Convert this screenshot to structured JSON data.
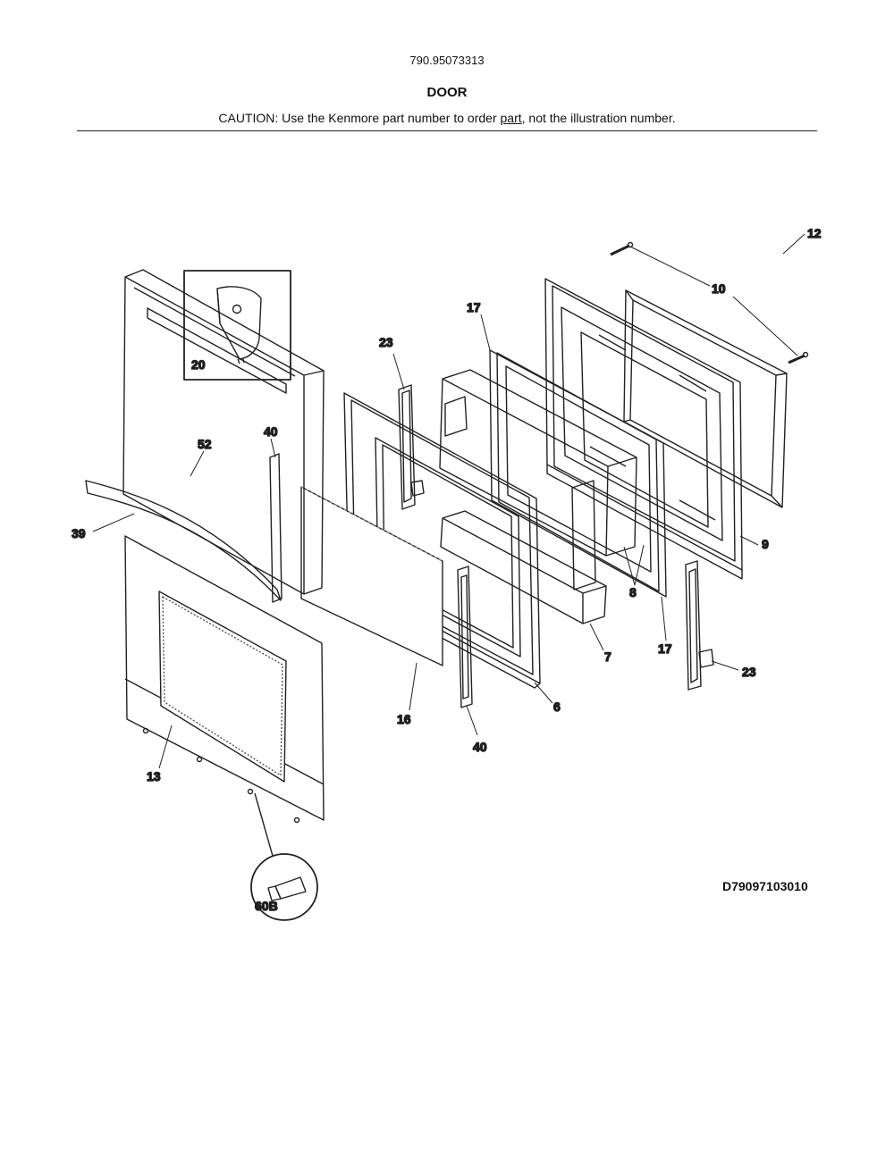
{
  "header": {
    "model_number": "790.95073313",
    "title": "DOOR",
    "caution_before": "CAUTION: Use the Kenmore part number to order ",
    "caution_link": "part",
    "caution_after": ", not the illustration number."
  },
  "diagram_code": "D79097103010",
  "callouts": [
    "10",
    "17",
    "12",
    "23",
    "20",
    "40",
    "52",
    "9",
    "39",
    "8",
    "7",
    "17",
    "23",
    "6",
    "16",
    "40",
    "13",
    "60B"
  ]
}
